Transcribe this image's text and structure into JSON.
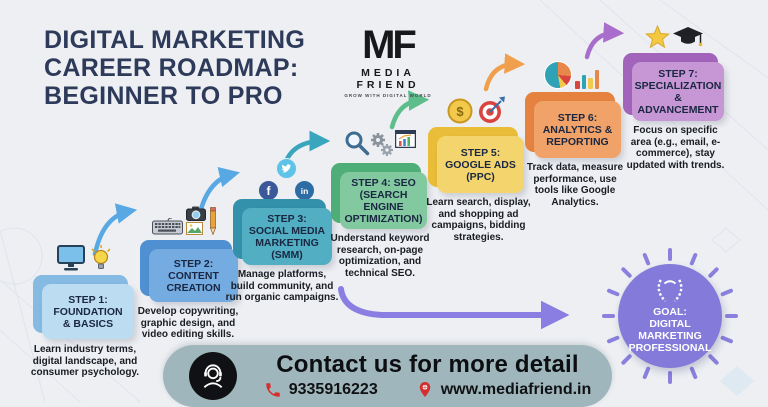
{
  "title": {
    "line1": "DIGITAL MARKETING",
    "line2": "CAREER ROADMAP:",
    "line3": "BEGINNER TO PRO"
  },
  "logo": {
    "monogram": "MF",
    "name": "MEDIA FRIEND",
    "tagline": "GROW WITH DIGITAL WORLD"
  },
  "steps": [
    {
      "title": "STEP 1:\nFOUNDATION\n& BASICS",
      "description": "Learn industry terms, digital landscape, and consumer psychology.",
      "icons": [
        "desktop-monitor-icon",
        "lightbulb-icon"
      ],
      "color_back": "#85bbe2",
      "color_front": "#bcdcf2"
    },
    {
      "title": "STEP 2:\nCONTENT\nCREATION",
      "description": "Develop copywriting, graphic design, and video editing skills.",
      "icons": [
        "keyboard-icon",
        "camera-icon",
        "photo-icon",
        "pencil-icon"
      ],
      "color_back": "#4e90d2",
      "color_front": "#74abe0"
    },
    {
      "title": "STEP 3:\nSOCIAL MEDIA\nMARKETING\n(SMM)",
      "description": "Manage platforms, build community, and run organic campaigns.",
      "icons": [
        "facebook-icon",
        "twitter-icon",
        "linkedin-icon"
      ],
      "color_back": "#3391ab",
      "color_front": "#52aec2"
    },
    {
      "title": "STEP 4: SEO\n(SEARCH ENGINE\nOPTIMIZATION)",
      "description": "Understand keyword research, on-page optimization, and technical SEO.",
      "icons": [
        "magnifier-icon",
        "gears-icon",
        "report-chart-icon"
      ],
      "color_back": "#4fae77",
      "color_front": "#83c9a0"
    },
    {
      "title": "STEP 5:\nGOOGLE ADS\n(PPC)",
      "description": "Learn search, display, and shopping ad campaigns, bidding strategies.",
      "icons": [
        "dollar-coin-icon",
        "target-icon"
      ],
      "color_back": "#e9bd38",
      "color_front": "#f4d56d"
    },
    {
      "title": "STEP 6:\nANALYTICS &\nREPORTING",
      "description": "Track data, measure performance, use tools like Google Analytics.",
      "icons": [
        "pie-chart-icon",
        "bar-chart-icon"
      ],
      "color_back": "#e5823f",
      "color_front": "#f0a268"
    },
    {
      "title": "STEP 7:\nSPECIALIZATION &\nADVANCEMENT",
      "description": "Focus on specific area (e.g., email, e-commerce), stay updated with trends.",
      "icons": [
        "star-icon",
        "graduation-cap-icon"
      ],
      "color_back": "#a264bb",
      "color_front": "#c697d4"
    }
  ],
  "goal": {
    "label": "GOAL:\nDIGITAL\nMARKETING\nPROFESSIONAL",
    "icon": "laurel-wreath-icon",
    "color": "#837ad9"
  },
  "contact": {
    "heading": "Contact us for more detail",
    "phone": "9335916223",
    "website": "www.mediafriend.in",
    "icons": [
      "support-agent-icon",
      "phone-icon",
      "location-pin-icon"
    ],
    "bar_color": "#9fb7bc"
  },
  "glyphs": {
    "facebook": "f",
    "linkedin": "in",
    "dollar": "$"
  },
  "palette": {
    "background": "#edeff3",
    "title_text": "#2d3a5a",
    "arrow_blue": "#58a8e3",
    "arrow_teal": "#3aa6bd",
    "arrow_green": "#5dbd8b",
    "arrow_orange": "#f0a04c",
    "arrow_purple": "#a96ecb",
    "arrow_goal": "#8b7ee2"
  }
}
